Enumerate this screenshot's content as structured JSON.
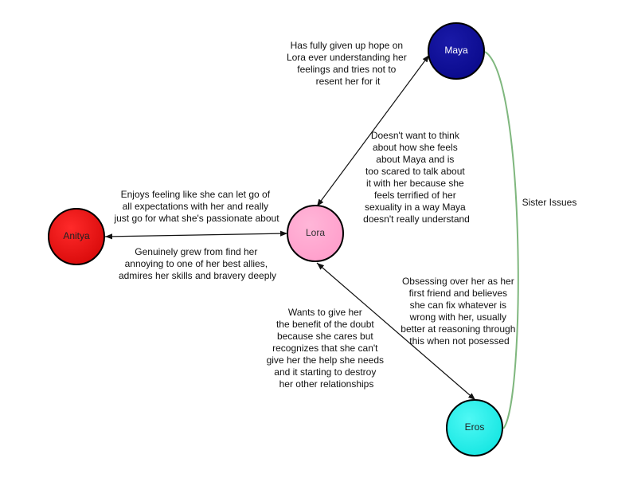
{
  "diagram": {
    "nodes": {
      "maya": {
        "label": "Maya",
        "fill": "#0a0a8c",
        "text_color": "#ffffff"
      },
      "lora": {
        "label": "Lora",
        "fill": "#ff9ecb",
        "text_color": "#333333"
      },
      "anitya": {
        "label": "Anitya",
        "fill": "#ee1111",
        "text_color": "#222222"
      },
      "eros": {
        "label": "Eros",
        "fill": "#22f0ec",
        "text_color": "#222222"
      }
    },
    "edges": {
      "lora_maya": {
        "from": "Lora",
        "to": "Maya",
        "color": "#111111",
        "label_to_maya": [
          "Has fully given up hope on",
          "Lora ever understanding her",
          "feelings and tries not to",
          "resent her for it"
        ],
        "label_to_lora": [
          "Doesn't want to think",
          "about how she feels",
          "about Maya and is",
          "too scared to talk about",
          "it with her because she",
          "feels terrified of her",
          "sexuality in a way Maya",
          "doesn't really understand"
        ]
      },
      "anitya_lora": {
        "from": "Anitya",
        "to": "Lora",
        "color": "#111111",
        "label_top": [
          "Enjoys feeling like she can let go of",
          "all expectations with her and really",
          "just go for what she's passionate about"
        ],
        "label_bottom": [
          "Genuinely grew from find her",
          "annoying to one of her best allies,",
          "admires her skills and bravery deeply"
        ]
      },
      "lora_eros": {
        "from": "Lora",
        "to": "Eros",
        "color": "#111111",
        "label_left": [
          "Wants to give her",
          "the benefit of the doubt",
          "because she cares but",
          "recognizes that she can't",
          "give her the help she needs",
          "and it starting to destroy",
          "her other relationships"
        ],
        "label_right": [
          "Obsessing over her as her",
          "first friend and believes",
          "she can fix whatever is",
          "wrong with her, usually",
          "better at reasoning through",
          "this when not posessed"
        ]
      },
      "maya_eros": {
        "from": "Maya",
        "to": "Eros",
        "color": "#7fb77e",
        "label": "Sister Issues"
      }
    }
  }
}
